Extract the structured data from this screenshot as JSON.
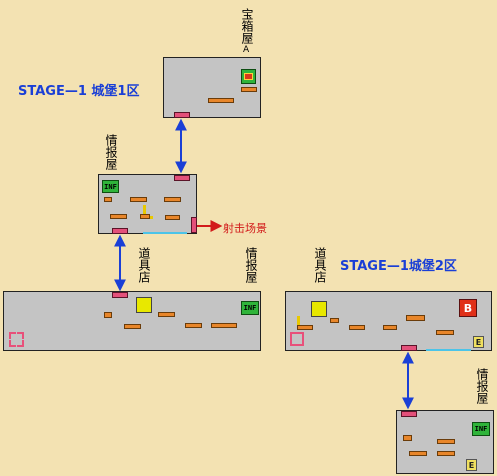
{
  "stage1_title": "STAGE—1 城堡1区",
  "stage2_title": "STAGE—1城堡2区",
  "labels": {
    "treasure_house": "宝箱屋",
    "treasure_suffix": "A",
    "info_house_1": "情报屋",
    "item_shop_1": "道具店",
    "info_house_2": "情报屋",
    "item_shop_2": "道具店",
    "info_house_3": "情报屋",
    "shooting_area": "射击场景"
  },
  "icons": {
    "info": "INF",
    "boss": "B",
    "exit": "E"
  },
  "colors": {
    "background": "#f3e2b2",
    "room": "#c4c4c4",
    "platform": "#e8862a",
    "door": "#e3507a",
    "connector": "#1a3fd6",
    "shooting_arrow": "#d21a1a",
    "title": "#1a3fd6"
  }
}
